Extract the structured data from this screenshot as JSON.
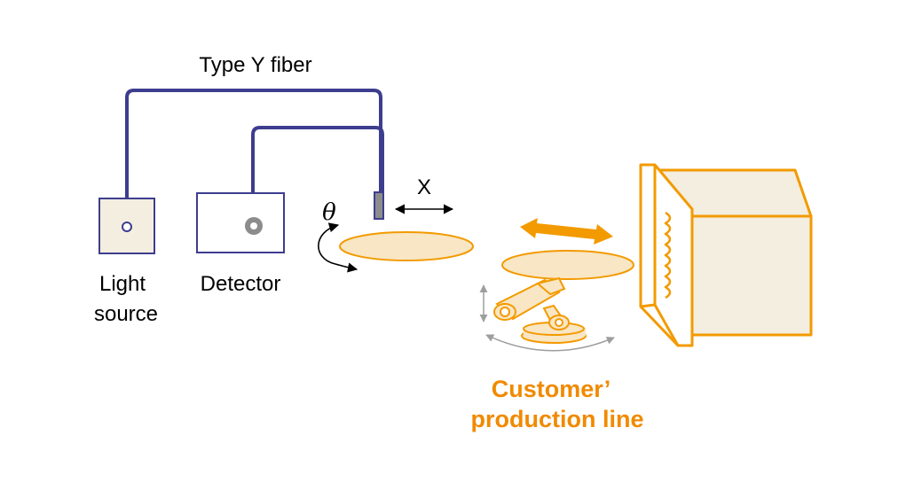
{
  "labels": {
    "fiber": "Type Y fiber",
    "light_source_line1": "Light",
    "light_source_line2": "source",
    "detector": "Detector",
    "x_axis": "X",
    "theta": "θ",
    "customer_line1": "Customer’",
    "customer_line2": "production line"
  },
  "colors": {
    "fiber": "#3d3d8f",
    "orange": "#f39a00",
    "orange_text": "#f08a00",
    "box_fill": "#f3eedf",
    "disc_fill": "#f8e6c4",
    "probe": "#8c8c8c",
    "gray_arrow": "#9e9e9e"
  }
}
